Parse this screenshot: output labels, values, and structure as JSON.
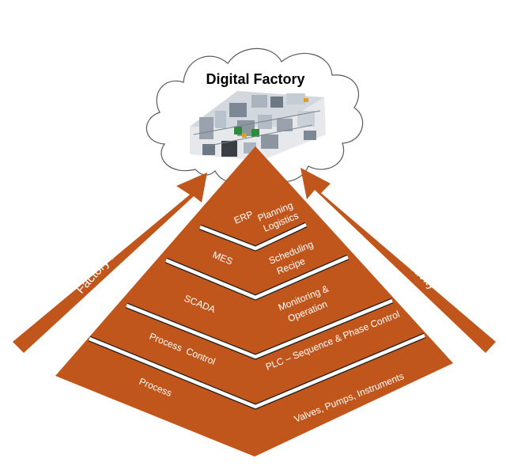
{
  "title": "Digital Factory",
  "arrows": {
    "left": "Factory Integration",
    "right": "Network Connectivity"
  },
  "levels": [
    {
      "name": "ERP",
      "detail_line1": "Planning",
      "detail_line2": "Logistics"
    },
    {
      "name": "MES",
      "detail_line1": "Scheduling",
      "detail_line2": "Recipe"
    },
    {
      "name": "SCADA",
      "detail_line1": "Monitoring &",
      "detail_line2": "Operation"
    },
    {
      "name": "Process  Control",
      "detail_line1": "PLC – Sequence & Phase Control"
    },
    {
      "name": "Process",
      "detail_line1": "Valves, Pumps, Instruments"
    }
  ],
  "colors": {
    "layer_fill": "#c0561b",
    "separator": "#ffffff",
    "separator_edge": "#1a1a1a",
    "cloud_outline": "#5a5a5a"
  }
}
